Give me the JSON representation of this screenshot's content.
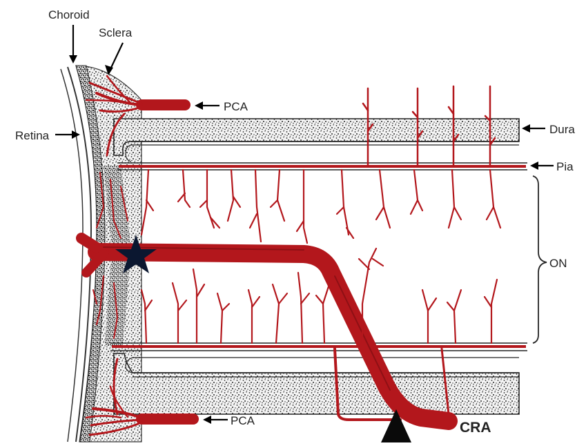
{
  "labels": {
    "choroid": "Choroid",
    "sclera": "Sclera",
    "retina": "Retina",
    "pca_top": "PCA",
    "pca_bottom": "PCA",
    "dura": "Dura",
    "pia": "Pia",
    "on": "ON",
    "cra": "CRA"
  },
  "colors": {
    "vessel": "#b3171c",
    "vessel_dark": "#8e1015",
    "stipple": "#1a1a1a",
    "marker": "#0a0a0a",
    "star": "#0b1730"
  },
  "markers": {
    "star": "star-marker",
    "triangle": "triangle-marker"
  }
}
